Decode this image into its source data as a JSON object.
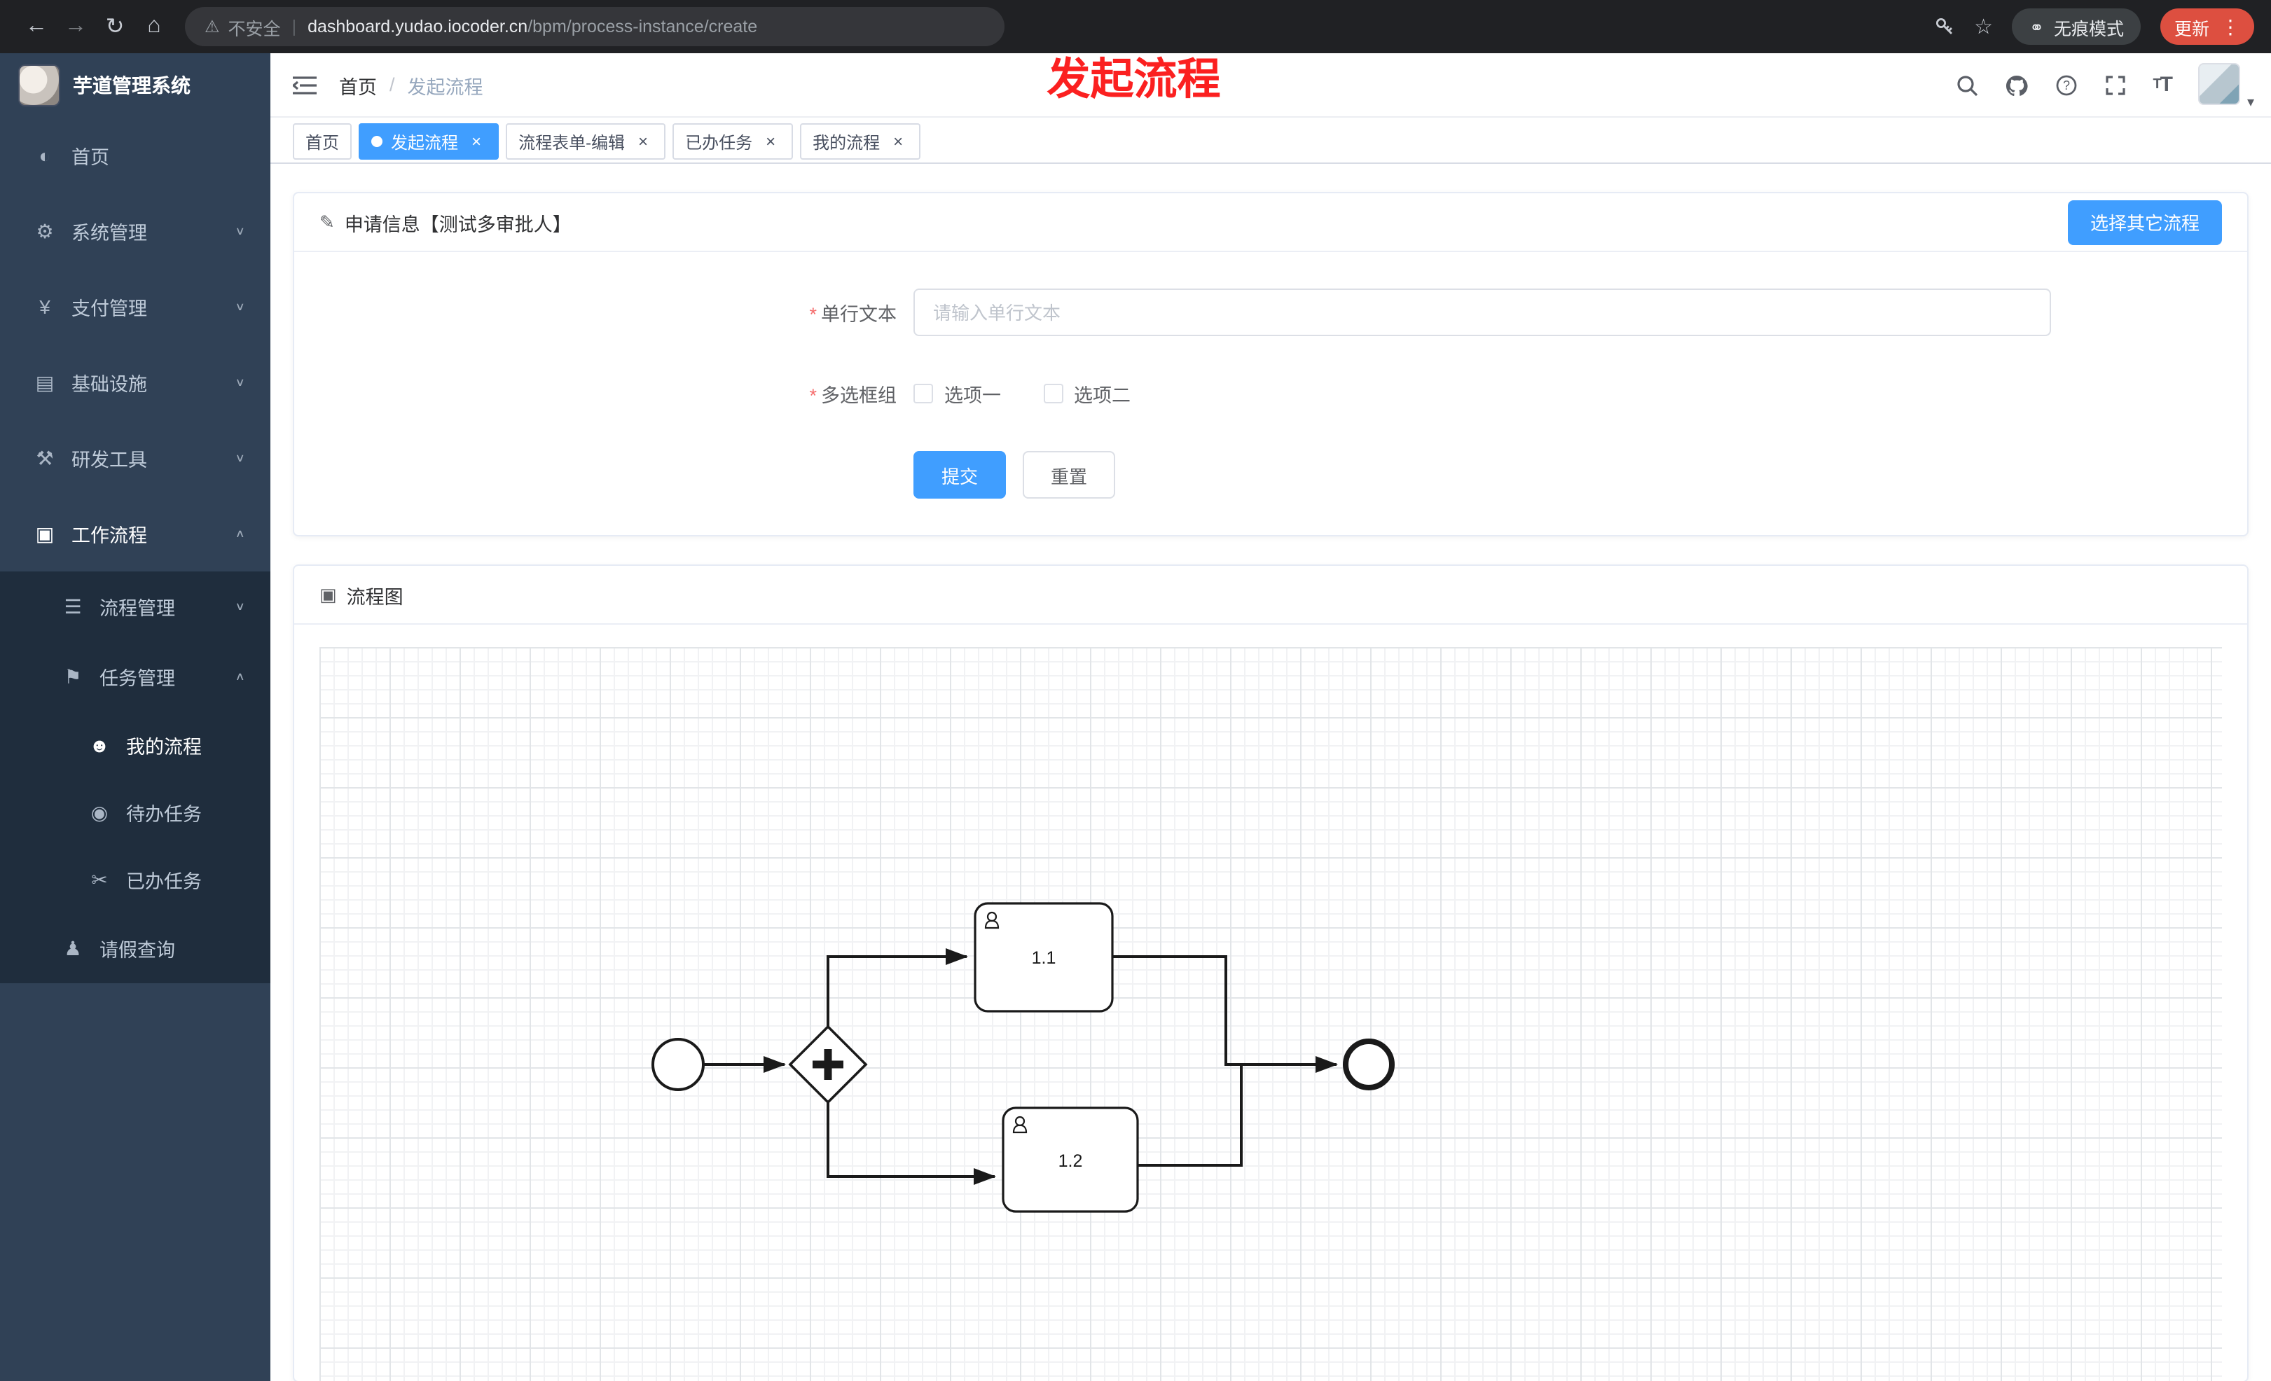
{
  "browser": {
    "security_label": "不安全",
    "url_host": "dashboard.yudao.iocoder.cn",
    "url_path": "/bpm/process-instance/create",
    "incognito_label": "无痕模式",
    "update_label": "更新"
  },
  "sidebar": {
    "app_title": "芋道管理系统",
    "items": [
      {
        "label": "首页",
        "icon": "◐",
        "level": 1
      },
      {
        "label": "系统管理",
        "icon": "⚙",
        "level": 1,
        "chevron": "∨"
      },
      {
        "label": "支付管理",
        "icon": "¥",
        "level": 1,
        "chevron": "∨"
      },
      {
        "label": "基础设施",
        "icon": "▤",
        "level": 1,
        "chevron": "∨"
      },
      {
        "label": "研发工具",
        "icon": "⚒",
        "level": 1,
        "chevron": "∨"
      },
      {
        "label": "工作流程",
        "icon": "▣",
        "level": 1,
        "chevron": "∧"
      },
      {
        "label": "流程管理",
        "icon": "☰",
        "level": 2,
        "chevron": "∨"
      },
      {
        "label": "任务管理",
        "icon": "⚑",
        "level": 2,
        "chevron": "∧"
      },
      {
        "label": "我的流程",
        "icon": "☻",
        "level": 3
      },
      {
        "label": "待办任务",
        "icon": "◉",
        "level": 3
      },
      {
        "label": "已办任务",
        "icon": "✂",
        "level": 3
      },
      {
        "label": "请假查询",
        "icon": "♟",
        "level": 2
      }
    ]
  },
  "header": {
    "breadcrumb_home": "首页",
    "breadcrumb_sep": "/",
    "breadcrumb_current": "发起流程",
    "overlay_title": "发起流程"
  },
  "tabs": [
    {
      "label": "首页"
    },
    {
      "label": "发起流程",
      "close": "×",
      "active": true
    },
    {
      "label": "流程表单-编辑",
      "close": "×"
    },
    {
      "label": "已办任务",
      "close": "×"
    },
    {
      "label": "我的流程",
      "close": "×"
    }
  ],
  "form_card": {
    "header_icon": "✎",
    "title": "申请信息【测试多审批人】",
    "select_other_button": "选择其它流程",
    "field_text": {
      "required_mark": "*",
      "label": "单行文本",
      "placeholder": "请输入单行文本",
      "value": ""
    },
    "field_checkbox": {
      "required_mark": "*",
      "label": "多选框组",
      "options": [
        "选项一",
        "选项二"
      ]
    },
    "submit_label": "提交",
    "reset_label": "重置"
  },
  "diagram_card": {
    "header_icon": "▣",
    "title": "流程图",
    "nodes": {
      "start": {
        "type": "startEvent"
      },
      "gateway": {
        "type": "parallelGateway"
      },
      "task1": {
        "type": "userTask",
        "label": "1.1"
      },
      "task2": {
        "type": "userTask",
        "label": "1.2"
      },
      "end": {
        "type": "endEvent"
      }
    }
  },
  "colors": {
    "accent": "#409eff",
    "danger": "#f56c6c",
    "sidebar_bg": "#304156",
    "chrome_bg": "#202124",
    "update_button_bg": "#dd4f40",
    "overlay_title_color": "#fb2020"
  }
}
